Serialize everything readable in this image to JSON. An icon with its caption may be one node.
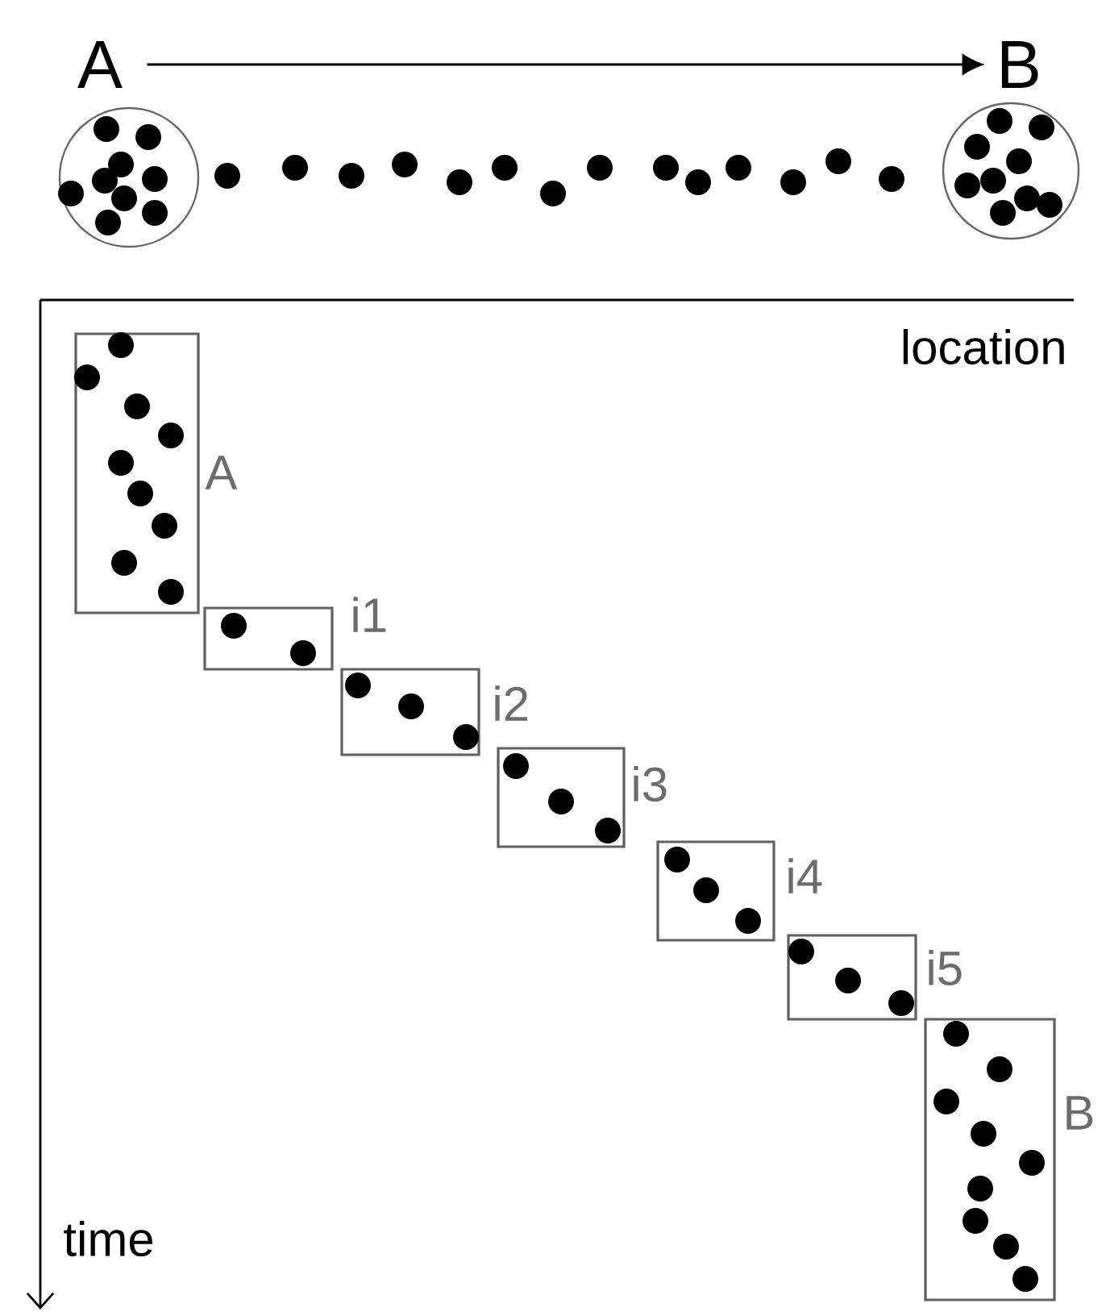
{
  "diagram": {
    "nodes": [
      {
        "text": [
          "A"
        ]
      },
      {
        "text": [
          "B"
        ]
      },
      {
        "text": [
          "A"
        ]
      },
      {
        "text": [
          "i1"
        ]
      },
      {
        "text": [
          "i2"
        ]
      },
      {
        "text": [
          "i3"
        ]
      },
      {
        "text": [
          "i4"
        ]
      },
      {
        "text": [
          "i5"
        ]
      },
      {
        "text": [
          "B"
        ]
      }
    ],
    "edges": [
      {
        "from": 0,
        "to": 1,
        "arrow": "to"
      }
    ],
    "labels": [
      "location",
      "time"
    ]
  }
}
